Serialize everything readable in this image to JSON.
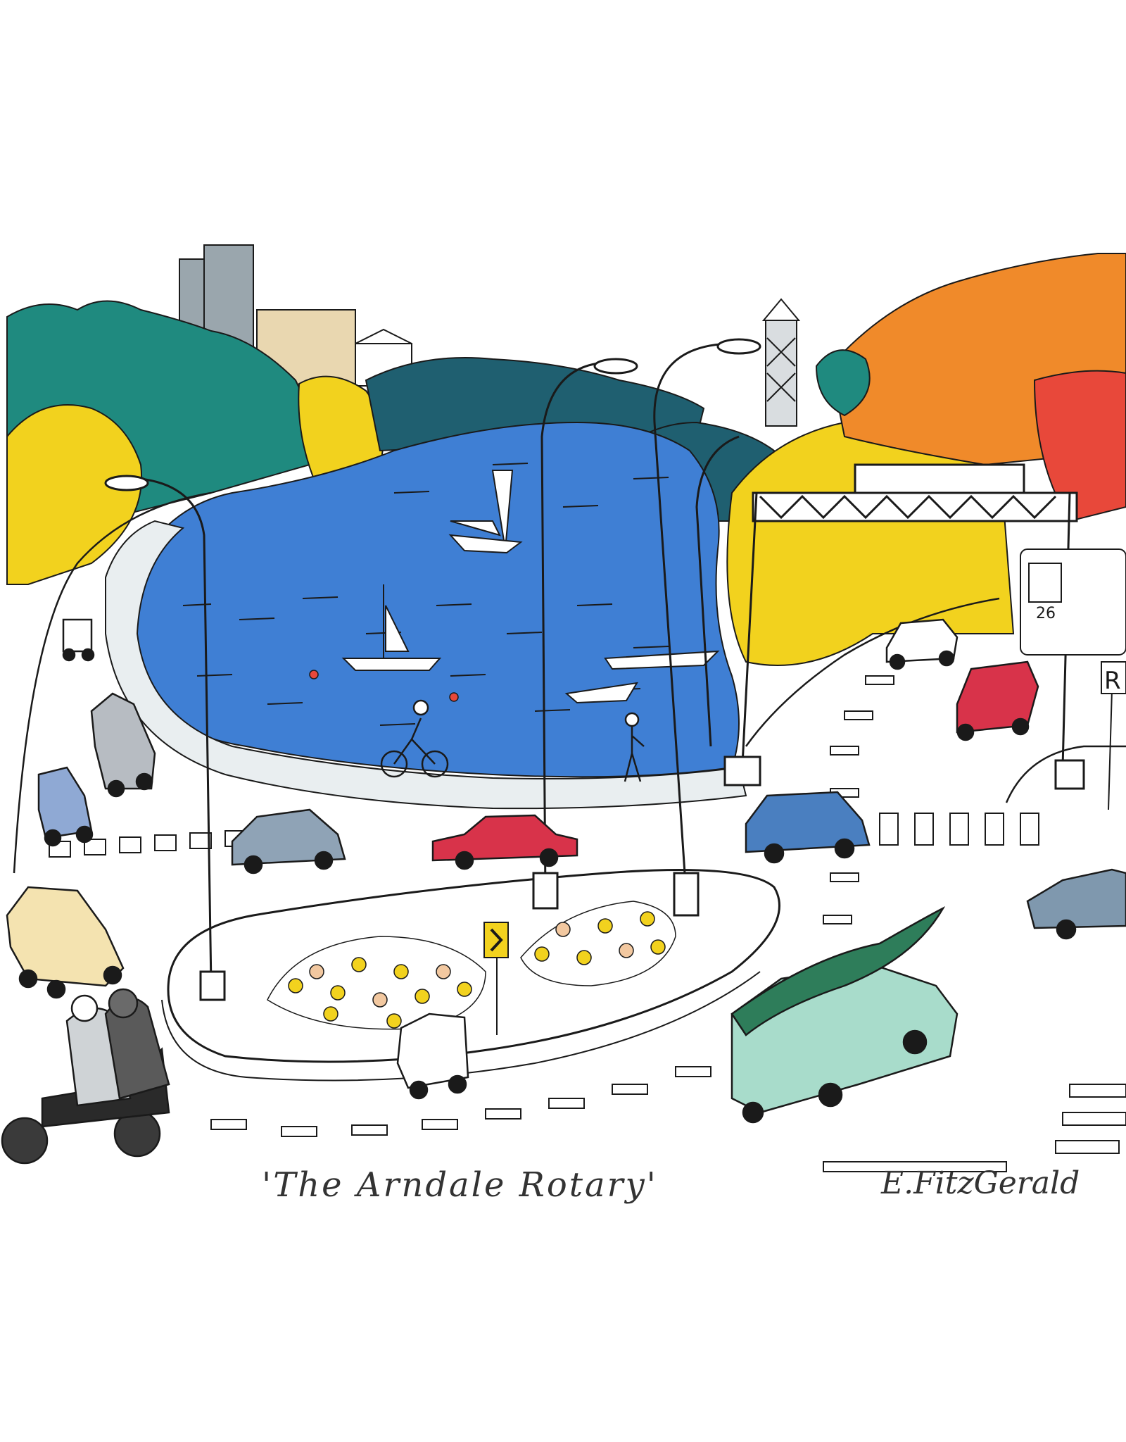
{
  "artwork": {
    "title": "'The Arndale Rotary'",
    "signature": "E.FitzGerald",
    "sign_text": "R",
    "bus_number": "26"
  },
  "colors": {
    "water": "#3f7fd4",
    "teal_trees": "#1f8a7f",
    "dark_trees": "#1f5f70",
    "yellow_trees": "#f2d21e",
    "orange_trees": "#f08a2a",
    "red_trees": "#e8483a",
    "canoe": "#2e7d5a",
    "mint_car": "#a8dccb",
    "red_car": "#d8334a",
    "blue_car": "#4a7fc0",
    "building": "#9aa6ad",
    "building_tan": "#e9d7b0",
    "ink": "#1a1a1a"
  }
}
